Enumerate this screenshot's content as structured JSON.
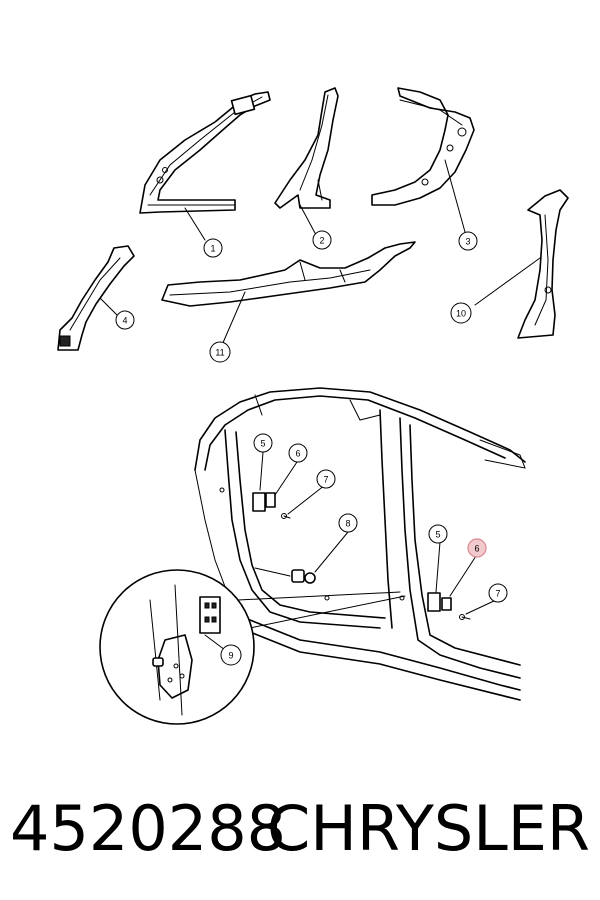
{
  "callouts": [
    {
      "id": "c1",
      "label": "1"
    },
    {
      "id": "c2",
      "label": "2"
    },
    {
      "id": "c3",
      "label": "3"
    },
    {
      "id": "c4",
      "label": "4"
    },
    {
      "id": "c10",
      "label": "10"
    },
    {
      "id": "c11",
      "label": "11"
    },
    {
      "id": "c5a",
      "label": "5"
    },
    {
      "id": "c6a",
      "label": "6"
    },
    {
      "id": "c7a",
      "label": "7"
    },
    {
      "id": "c8",
      "label": "8"
    },
    {
      "id": "c9",
      "label": "9"
    },
    {
      "id": "c5b",
      "label": "5"
    },
    {
      "id": "c6b",
      "label": "6"
    },
    {
      "id": "c7b",
      "label": "7"
    }
  ],
  "caption": {
    "part_number": "4520288",
    "brand": "CHRYSLER"
  },
  "colors": {
    "highlight_fill": "#f2c9cc",
    "highlight_stroke": "#d9888f",
    "line": "#000000"
  }
}
